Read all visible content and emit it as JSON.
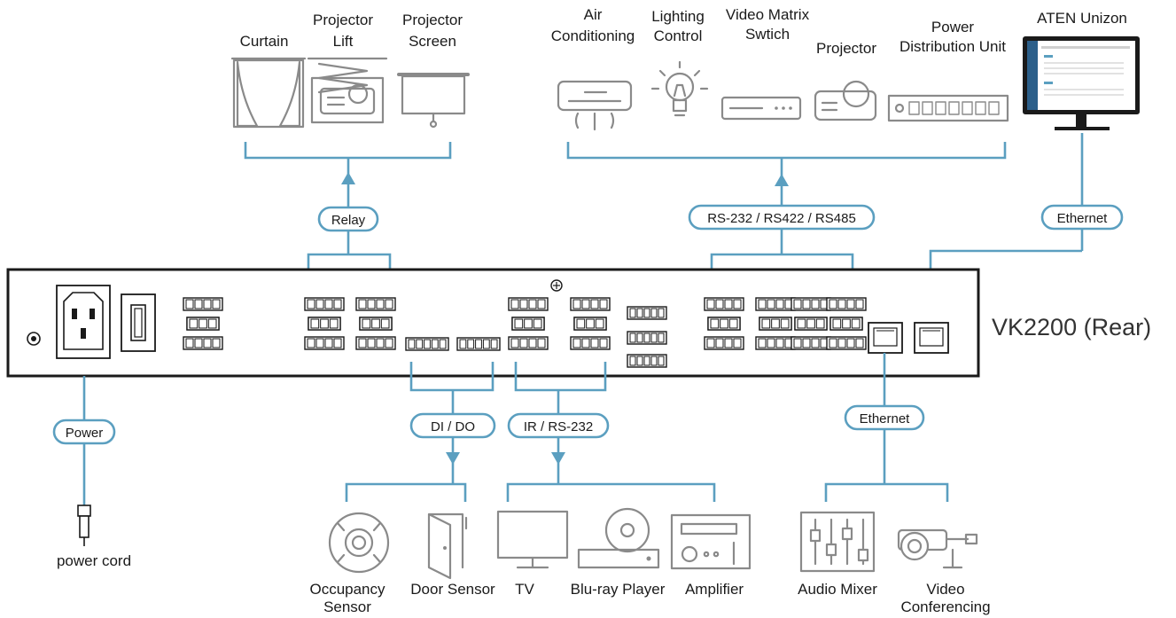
{
  "model_label": "VK2200 (Rear)",
  "top_left_devices": [
    {
      "label": [
        "Curtain"
      ],
      "icon": "curtain-icon"
    },
    {
      "label": [
        "Projector",
        "Lift"
      ],
      "icon": "projector-lift-icon"
    },
    {
      "label": [
        "Projector",
        "Screen"
      ],
      "icon": "projector-screen-icon"
    }
  ],
  "top_right_devices": [
    {
      "label": [
        "Air",
        "Conditioning"
      ],
      "icon": "air-conditioner-icon"
    },
    {
      "label": [
        "Lighting",
        "Control"
      ],
      "icon": "light-bulb-icon"
    },
    {
      "label": [
        "Video Matrix",
        "Swtich"
      ],
      "icon": "video-matrix-switch-icon"
    },
    {
      "label": [
        "Projector"
      ],
      "icon": "projector-icon"
    },
    {
      "label": [
        "Power",
        "Distribution Unit"
      ],
      "icon": "pdu-icon"
    }
  ],
  "unizon": {
    "label": "ATEN Unizon",
    "icon": "monitor-icon"
  },
  "bottom_devices": [
    {
      "label": [
        "Occupancy",
        "Sensor"
      ],
      "icon": "occupancy-sensor-icon"
    },
    {
      "label": [
        "Door Sensor"
      ],
      "icon": "door-sensor-icon"
    },
    {
      "label": [
        "TV"
      ],
      "icon": "tv-icon"
    },
    {
      "label": [
        "Blu-ray Player"
      ],
      "icon": "bluray-player-icon"
    },
    {
      "label": [
        "Amplifier"
      ],
      "icon": "amplifier-icon"
    },
    {
      "label": [
        "Audio Mixer"
      ],
      "icon": "audio-mixer-icon"
    },
    {
      "label": [
        "Video",
        "Conferencing"
      ],
      "icon": "video-camera-icon"
    }
  ],
  "power": {
    "cord_label": "power cord",
    "icon": "power-plug-icon"
  },
  "connections": {
    "relay": "Relay",
    "serial": "RS-232 / RS422 / RS485",
    "ethernet_top": "Ethernet",
    "power": "Power",
    "dido": "DI / DO",
    "ir": "IR / RS-232",
    "ethernet_bottom": "Ethernet"
  },
  "colors": {
    "connector": "#5b9fc0",
    "icon": "#8a8a8a",
    "panel": "#1a1a1a"
  }
}
